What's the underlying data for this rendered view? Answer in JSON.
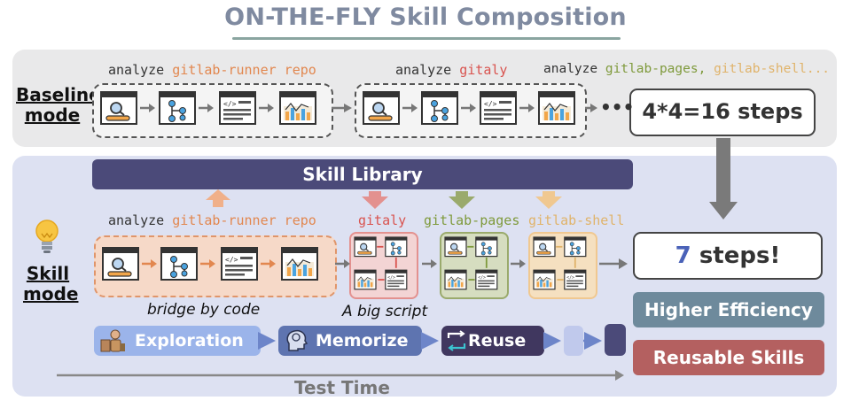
{
  "title": "ON-THE-FLY Skill Composition",
  "baseline": {
    "mode_label_1": "Baseline",
    "mode_label_2": "mode",
    "label_group1_prefix": "analyze",
    "label_group1_repo": "gitlab-runner repo",
    "label_group2_prefix": "analyze",
    "label_group2_repo": "gitaly",
    "label_group3_prefix": "analyze",
    "label_group3_repo_a": "gitlab-pages,",
    "label_group3_repo_b": "gitlab-shell...",
    "ellipsis": "•••",
    "steps": "4*4=16 steps"
  },
  "skill": {
    "mode_label_1": "Skill",
    "mode_label_2": "mode",
    "library": "Skill Library",
    "label_runner_prefix": "analyze",
    "label_runner_repo": "gitlab-runner repo",
    "label_gitaly": "gitaly",
    "label_pages": "gitlab-pages",
    "label_shell": "gitlab-shell",
    "caption_bridge": "bridge by code",
    "caption_script": "A big script",
    "steps_number": "7",
    "steps_text": "steps!",
    "outcome_efficiency": "Higher Efficiency",
    "outcome_reusable": "Reusable Skills",
    "pipeline": {
      "exploration": "Exploration",
      "memorize": "Memorize",
      "reuse": "Reuse"
    },
    "test_time": "Test Time"
  },
  "colors": {
    "library": "#4b4a79",
    "exploration": "#9bb4ea",
    "memorize": "#5e74b0",
    "reuse": "#40375f",
    "efficiency": "#6e8a9c",
    "reusable": "#b46060",
    "arrow_orange": "#f0b08a",
    "arrow_red": "#e3918f",
    "arrow_green": "#9aaa6c",
    "arrow_tan": "#f0c890"
  },
  "icons": [
    "search-window-icon",
    "flow-graph-window-icon",
    "code-window-icon",
    "chart-window-icon"
  ]
}
